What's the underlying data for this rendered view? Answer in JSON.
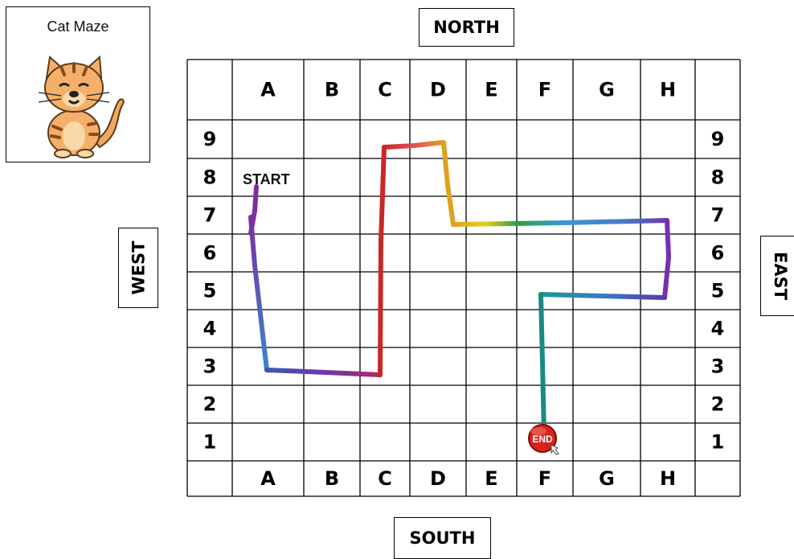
{
  "title_box": {
    "text": "Cat Maze"
  },
  "directions": {
    "north": "NORTH",
    "south": "SOUTH",
    "west": "WEST",
    "east": "EAST"
  },
  "grid": {
    "columns": [
      "A",
      "B",
      "C",
      "D",
      "E",
      "F",
      "G",
      "H"
    ],
    "rows": [
      "9",
      "8",
      "7",
      "6",
      "5",
      "4",
      "3",
      "2",
      "1"
    ]
  },
  "markers": {
    "start": "START",
    "end": "END"
  },
  "colors": {
    "path_rainbow": [
      "#7b2fa0",
      "#3a86c8",
      "#6a3ea8",
      "#c82828",
      "#e0a020",
      "#e0d020",
      "#2aa040",
      "#3a9ad0",
      "#6a36b0",
      "#7a2eb0",
      "#1a9a9a",
      "#1a8a80"
    ],
    "end_marker": "#d8231c"
  }
}
